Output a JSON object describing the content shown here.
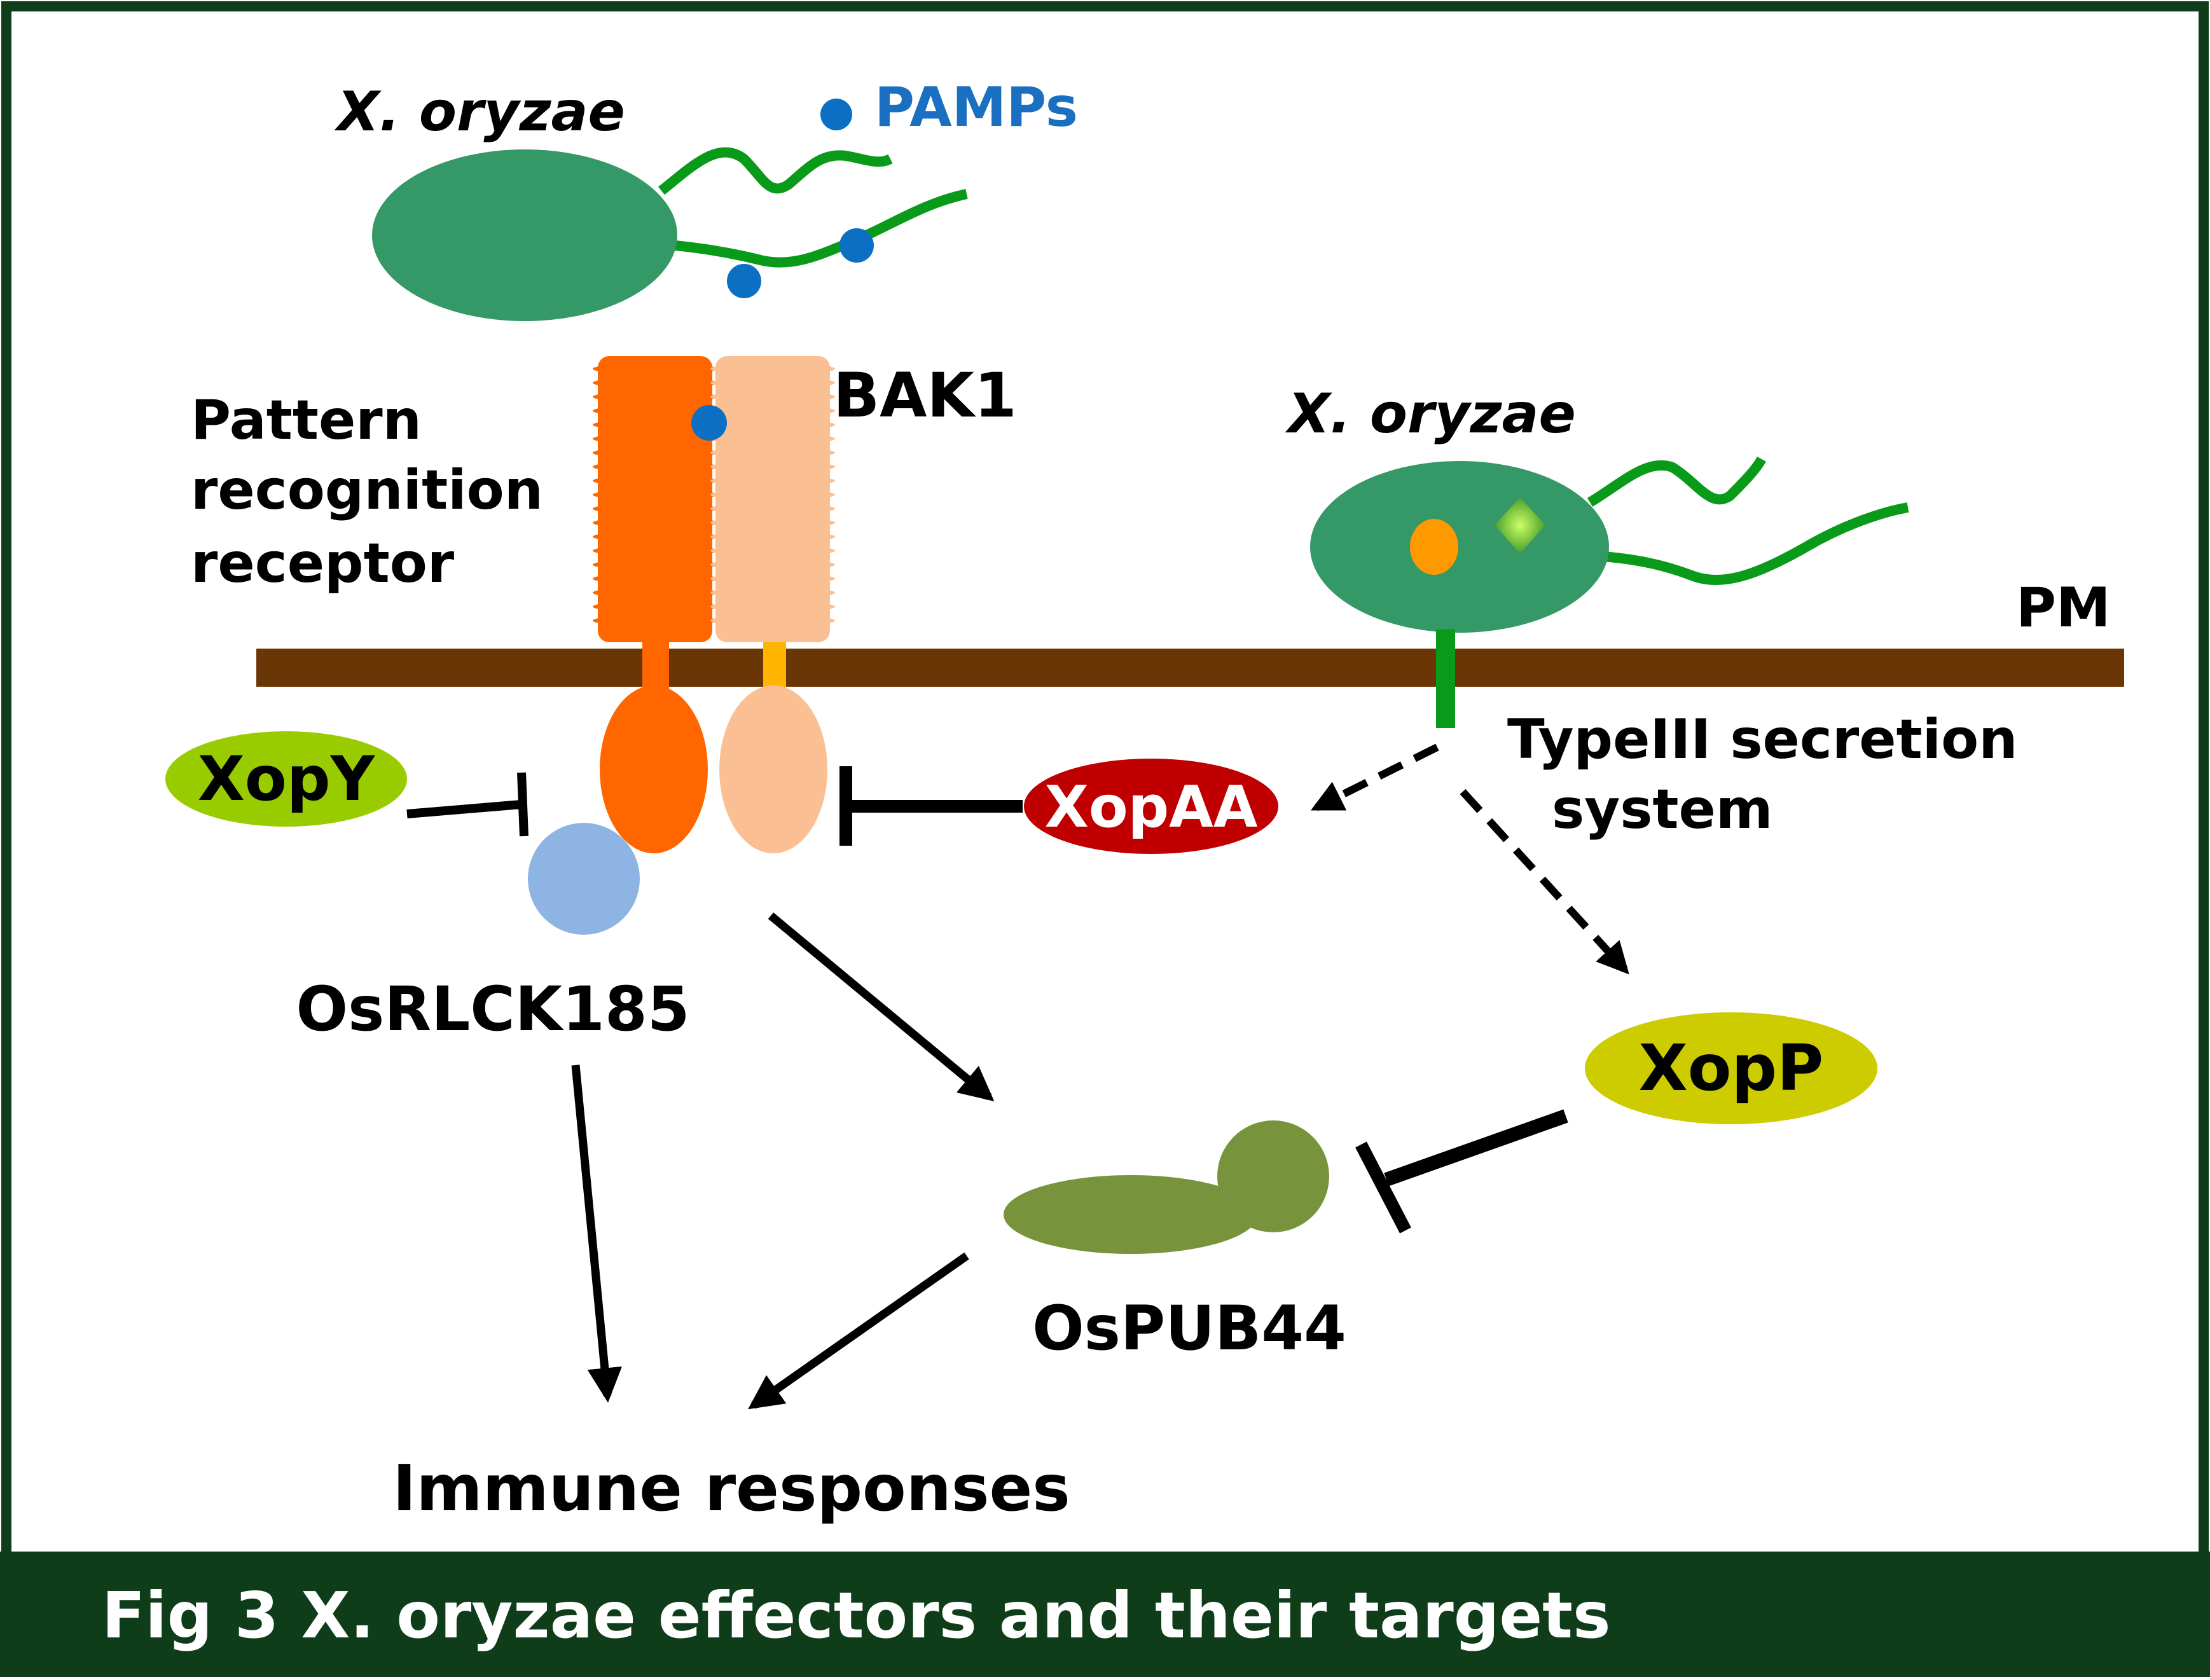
{
  "labels": {
    "bacterium_top": "X. oryzae",
    "pamps": "PAMPs",
    "bak1": "BAK1",
    "prr_line1": "Pattern",
    "prr_line2": "recognition",
    "prr_line3": "receptor",
    "bacterium_right": "X. oryzae",
    "pm": "PM",
    "t3ss_line1": "TypeIII secretion",
    "t3ss_line2": "system",
    "xopy": "XopY",
    "xopaa": "XopAA",
    "xopp": "XopP",
    "osrlck185": "OsRLCK185",
    "ospub44": "OsPUB44",
    "immune": "Immune responses"
  },
  "caption": "Fig 3   X. oryzae effectors and their targets",
  "colors": {
    "frame": "#0f3d1a",
    "bacterium": "#349966",
    "flagellum": "#0a9a1a",
    "pamp": "#0b6fc4",
    "pamps_text": "#1a6fc0",
    "membrane": "#6a3606",
    "receptor_dark": "#ff6600",
    "receptor_light": "#fac094",
    "linker_light": "#ffb500",
    "rlck": "#8eb4e3",
    "xopy": "#99cc00",
    "xopaa": "#c00000",
    "xopp": "#cccc00",
    "ospub44": "#77933c",
    "effector_orange": "#ff9900",
    "effector_diamond": "#66cc33"
  }
}
